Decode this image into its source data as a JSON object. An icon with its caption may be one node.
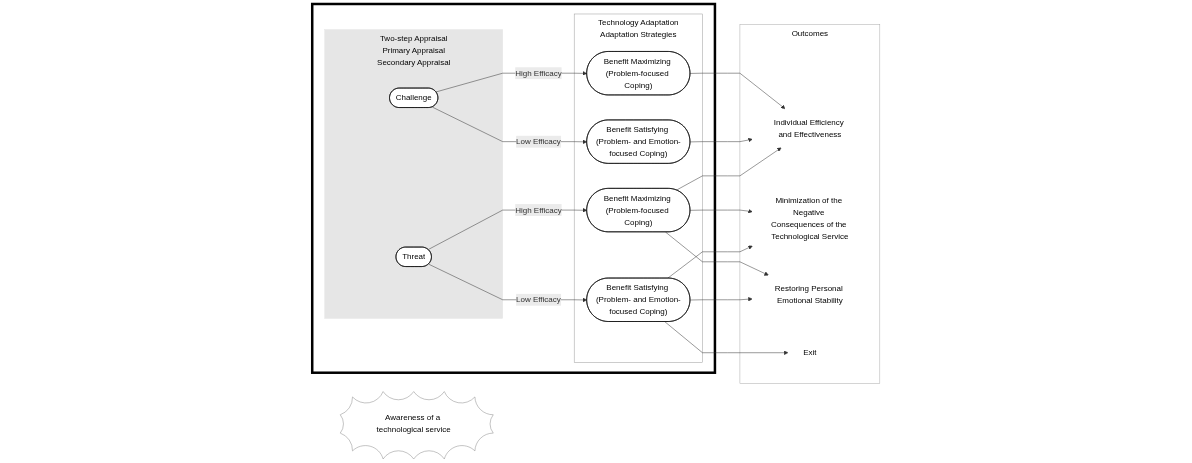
{
  "diagram": {
    "nodes": [
      {
        "text": [
          "Awareness of a technological service"
        ]
      },
      {
        "text": [],
        "shape": "box"
      },
      {
        "text": [
          "Two-step Appraisal",
          "Primary Appraisal",
          "Secondary Appraisal"
        ],
        "in": 1
      },
      {
        "text": [
          "Challenge"
        ],
        "in": 2
      },
      {
        "text": [
          "Threat"
        ],
        "in": 2
      },
      {
        "text": [
          "Technology Adaptation",
          "Adaptation Strategies"
        ],
        "in": 1
      },
      {
        "text": [
          "Benefit Maximizing (Problem-focused Coping)"
        ],
        "in": 5
      },
      {
        "text": [
          "Benefit Satisfying (Problem- and Emotion-focused Coping)"
        ],
        "in": 5
      },
      {
        "text": [
          "Benefit Maximizing (Problem-focused Coping)"
        ],
        "in": 5
      },
      {
        "text": [
          "Benefit Satisfying (Problem- and Emotion-focused Coping)"
        ],
        "in": 5
      },
      {
        "text": [
          "Outcomes"
        ]
      },
      {
        "text": [
          "Individual Efficiency and Effectiveness"
        ],
        "in": 10
      },
      {
        "text": [
          "Minimization of the Negative Consequences of the Technological Service"
        ],
        "in": 10
      },
      {
        "text": [
          "Restoring Personal Emotional Stability"
        ],
        "in": 10
      },
      {
        "text": [
          "Exit"
        ],
        "in": 10
      }
    ],
    "edges": [
      {
        "from": 3,
        "to": 6,
        "arrow": "to",
        "label": "High Efficacy"
      },
      {
        "from": 3,
        "to": 7,
        "arrow": "to",
        "label": "Low Efficacy"
      },
      {
        "from": 4,
        "to": 8,
        "arrow": "to",
        "label": "High Efficacy"
      },
      {
        "from": 4,
        "to": 9,
        "arrow": "to",
        "label": "Low Efficacy"
      },
      {
        "from": 6,
        "to": 11,
        "arrow": "to"
      },
      {
        "from": 7,
        "to": 11,
        "arrow": "to"
      },
      {
        "from": 8,
        "to": 11,
        "arrow": "to"
      },
      {
        "from": 8,
        "to": 12,
        "arrow": "to"
      },
      {
        "from": 8,
        "to": 13,
        "arrow": "to"
      },
      {
        "from": 9,
        "to": 12,
        "arrow": "to"
      },
      {
        "from": 9,
        "to": 13,
        "arrow": "to"
      },
      {
        "from": 9,
        "to": 14,
        "arrow": "to"
      }
    ]
  }
}
